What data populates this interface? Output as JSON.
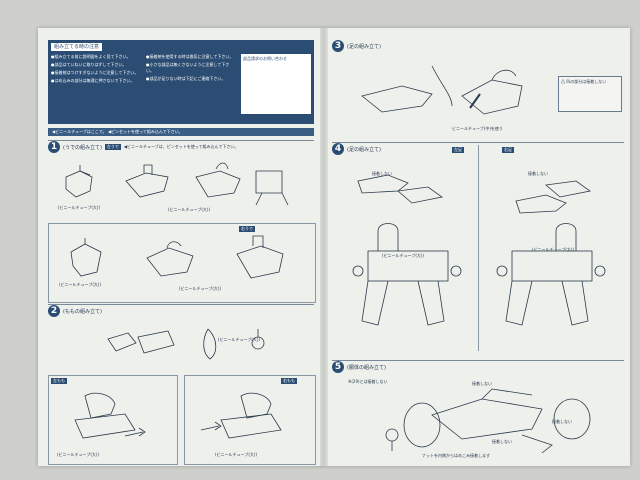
{
  "notes": {
    "title": "組み立てる時の注意",
    "col1": [
      "●組み立てる前に説明図をよく見て下さい。",
      "●部品はていねいに取りはずして下さい。",
      "●接着剤はつけすぎないように注意して下さい。",
      "●はめ込みの部分は無理に押さないで下さい。"
    ],
    "col2": [
      "●接着剤を使用する時は換気に注意して下さい。",
      "●小さな部品は無くさないように注意して下さい。",
      "●部品が足りない時は下記にご連絡下さい。"
    ],
    "box": "部品請求のお問い合わせ"
  },
  "banner": "◀ビニールチューブはここで。 ◀ピンセットを使って組み込んで下さい。",
  "steps": {
    "s1": {
      "num": "1",
      "title": "(うでの組み立て)",
      "tag": "左うで",
      "note": "◀ビニールチューブは、ピンセットを使って組み込んで下さい。",
      "sub_label": "右うで",
      "labels": [
        "(ビニールチューブ(大))",
        "(ビニールチューブ(大))",
        "(ビニールチューブ(大))",
        "(ビニールチューブ(大))"
      ]
    },
    "s2": {
      "num": "2",
      "title": "(ももの組み立て)",
      "left_label": "左もも",
      "right_label": "右もも",
      "labels": [
        "(ビニールチューブ(大))",
        "(ビニールチューブ(大))",
        "(ビニールチューブ(大))"
      ]
    },
    "s3": {
      "num": "3",
      "title": "(足の組み立て)",
      "note": "ビニールチューブ(中)を使う",
      "callout": "凸 凹の部分は接着しない"
    },
    "s4": {
      "num": "4",
      "title": "(足の組み立て)",
      "left_tag": "左足",
      "right_tag": "右足",
      "labels": [
        "接着しない",
        "接着しない",
        "(ビニールチューブ(大))",
        "(ビニールチューブ(大))"
      ]
    },
    "s5": {
      "num": "5",
      "title": "(胴体の組み立て)",
      "note": "※(29)とは接着しない",
      "labels": [
        "接着しない",
        "接着しない",
        "接着しない",
        "ナットを内側からはめこみ接着します"
      ]
    }
  }
}
